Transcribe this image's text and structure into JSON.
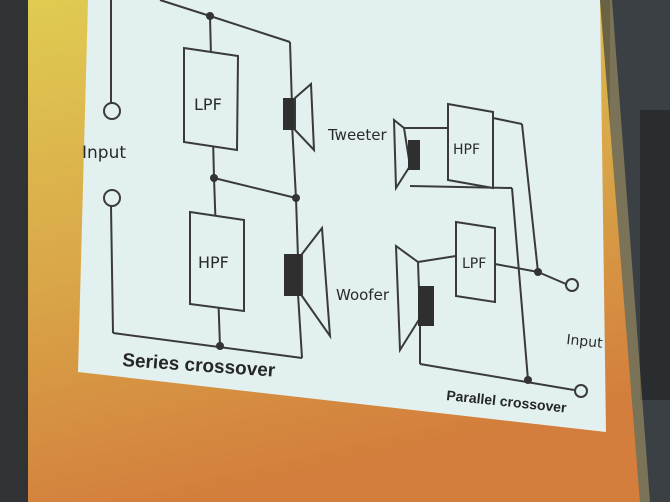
{
  "diagram": {
    "series": {
      "title": "Series crossover",
      "input_label": "Input",
      "top_filter": "LPF",
      "bottom_filter": "HPF"
    },
    "parallel": {
      "title": "Parallel crossover",
      "input_label": "Input",
      "top_filter": "HPF",
      "bottom_filter": "LPF"
    },
    "speakers": {
      "tweeter_label": "Tweeter",
      "woofer_label": "Woofer"
    }
  },
  "colors": {
    "slide_top": "#d9c24a",
    "slide_bottom": "#d98a3e",
    "diagram_bg": "#e2f0ef",
    "wire": "#3a3a3a"
  }
}
